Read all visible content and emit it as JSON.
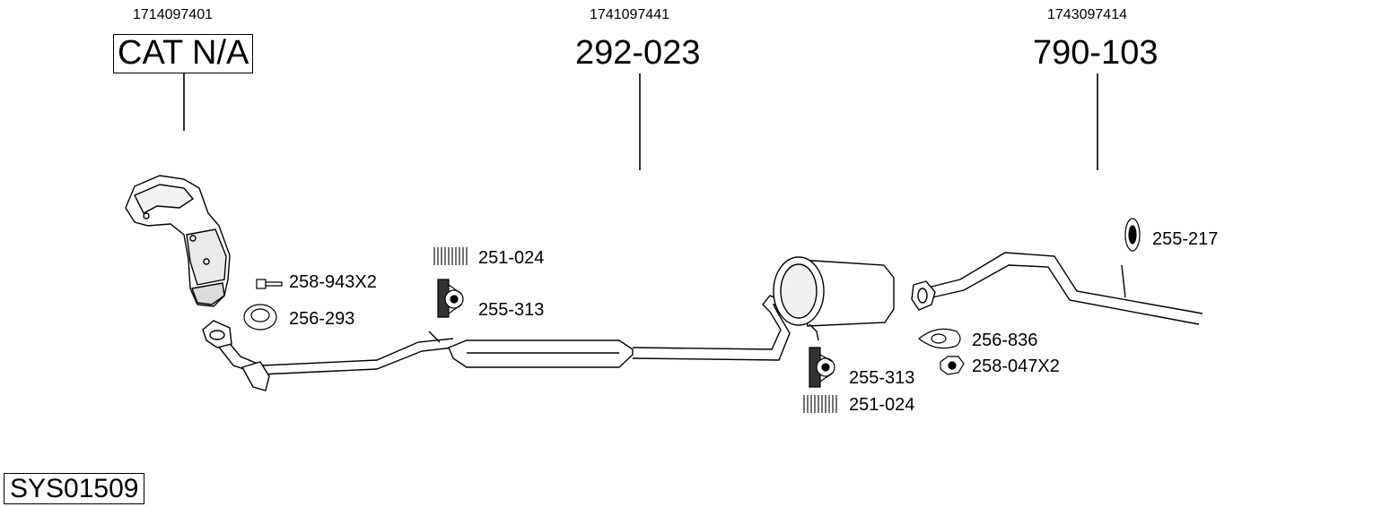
{
  "system_code": "SYS01509",
  "assemblies": [
    {
      "oe_number": "1714097401",
      "part_number": "CAT N/A"
    },
    {
      "oe_number": "1741097441",
      "part_number": "292-023"
    },
    {
      "oe_number": "1743097414",
      "part_number": "790-103"
    }
  ],
  "small_parts": {
    "p258943": "258-943X2",
    "p256293": "256-293",
    "p251024a": "251-024",
    "p255313a": "255-313",
    "p255313b": "255-313",
    "p251024b": "251-024",
    "p255217": "255-217",
    "p256836": "256-836",
    "p258047": "258-047X2"
  }
}
